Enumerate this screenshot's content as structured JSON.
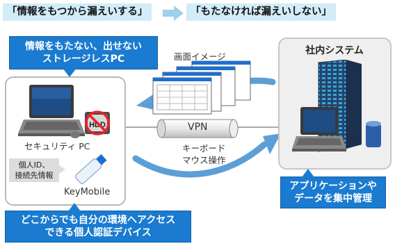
{
  "header": {
    "left_slogan": "「情報をもつから漏えいする」",
    "right_slogan": "「もたなければ漏えいしない」"
  },
  "left_panel": {
    "callout": [
      "情報をもたない、出せない",
      "ストレージレスPC"
    ],
    "pc_label": "セキュリティ PC",
    "hdd_label": "HDD",
    "id_info": [
      "個人ID、",
      "接続先情報"
    ],
    "device_label": "KeyMobile",
    "bottom_callout": [
      "どこからでも自分の環境へアクセス",
      "できる個人認証デバイス"
    ]
  },
  "middle": {
    "screen_image_label": "画面イメージ",
    "vpn_label": "VPN",
    "input_label": [
      "キーボード",
      "マウス操作"
    ]
  },
  "right_panel": {
    "title": "社内システム",
    "callout": [
      "アプリケーションや",
      "データを集中管理"
    ]
  },
  "colors": {
    "accent_blue": "#1a7bd0",
    "slogan_bg": "#d2ecf8",
    "arrow_blue": "#5b9fd6",
    "forbid_red": "#e8232a"
  }
}
